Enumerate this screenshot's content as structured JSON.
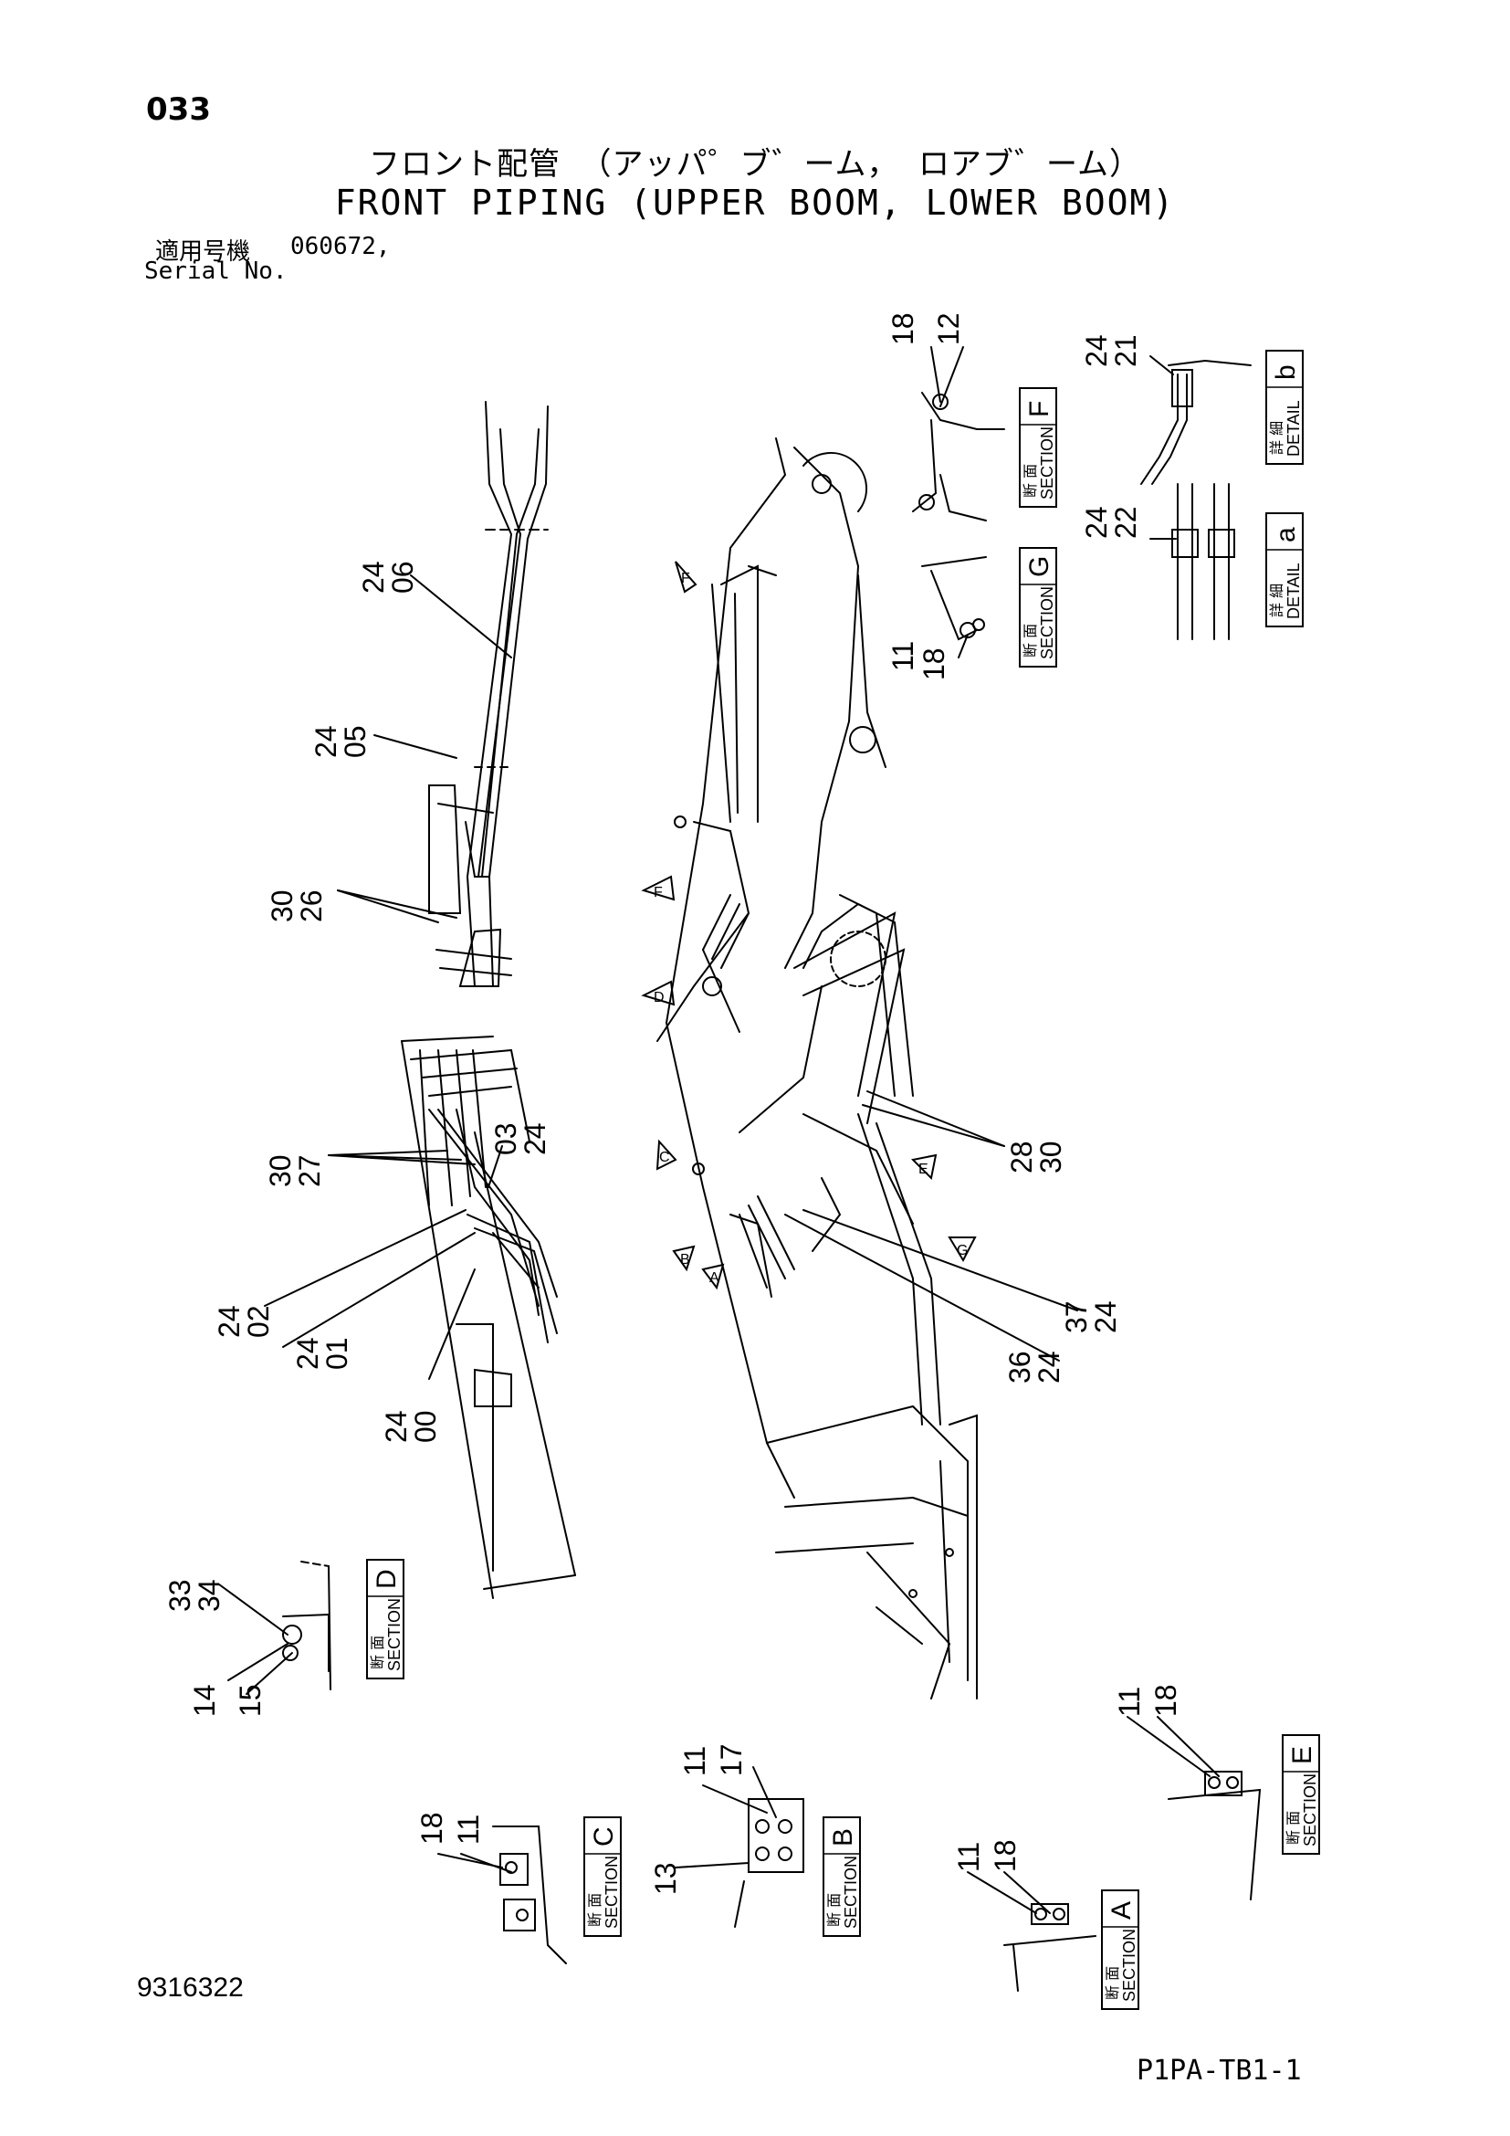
{
  "header": {
    "page_number": "033",
    "title_jp": "フロント配管 （アッパ゜ブ゛ーム， ロアブ゛ーム）",
    "title_en": "FRONT PIPING (UPPER BOOM, LOWER BOOM)",
    "serial_label_jp": "適用号機",
    "serial_value": "060672,",
    "serial_label_en": "Serial No."
  },
  "footer": {
    "document_number": "9316322",
    "reference_code": "P1PA-TB1-1"
  },
  "sections": {
    "word_jp": "断 面",
    "word_en": "SECTION",
    "letters": [
      "A",
      "B",
      "C",
      "D",
      "E",
      "F",
      "G"
    ]
  },
  "details": {
    "word_jp": "詳 細",
    "word_en": "DETAIL",
    "letters": [
      "a",
      "b"
    ]
  },
  "callouts": {
    "c24_06": [
      "24",
      "06"
    ],
    "c24_05": [
      "24",
      "05"
    ],
    "c30_26": [
      "30",
      "26"
    ],
    "c30_27": [
      "30",
      "27"
    ],
    "c03_24": [
      "03",
      "24"
    ],
    "c24_02": [
      "24",
      "02"
    ],
    "c24_01": [
      "24",
      "01"
    ],
    "c24_00": [
      "24",
      "00"
    ],
    "c28_30": [
      "28",
      "30"
    ],
    "c37_24": [
      "37",
      "24"
    ],
    "c36_24": [
      "36",
      "24"
    ],
    "c18_12": [
      "18",
      "12"
    ],
    "c24_21": [
      "24",
      "21"
    ],
    "c24_22": [
      "24",
      "22"
    ],
    "c11_18_g": [
      "11",
      "18"
    ],
    "c33_34": [
      "33",
      "34"
    ],
    "c14_15": [
      "14",
      "15"
    ],
    "c11_17": [
      "11",
      "17"
    ],
    "c13": [
      "13"
    ],
    "c18_11_c": [
      "18",
      "11"
    ],
    "c11_18_a": [
      "11",
      "18"
    ],
    "c11_18_e": [
      "11",
      "18"
    ]
  },
  "view_arrows": [
    "F",
    "F",
    "D",
    "C",
    "B",
    "A",
    "E",
    "G"
  ]
}
